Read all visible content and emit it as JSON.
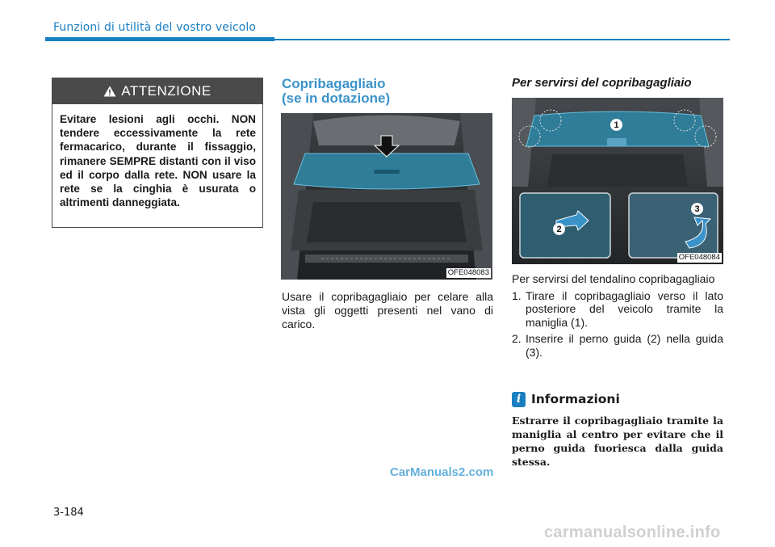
{
  "header": {
    "title": "Funzioni di utilità del vostro veicolo"
  },
  "warning": {
    "title": "ATTENZIONE",
    "text": "Evitare lesioni agli occhi. NON tendere eccessivamente la rete fermacarico, durante il fissaggio, rimanere SEMPRE distanti con il viso ed il corpo dalla rete. NON usare la rete se la cinghia è usurata o altrimenti danneggiata."
  },
  "section": {
    "title_line1": "Copribagagliaio",
    "title_line2": "(se in dotazione)",
    "image_code": "OFE048083",
    "paragraph": "Usare il copribagagliaio per celare alla vista gli oggetti presenti nel vano di carico."
  },
  "usage": {
    "title": "Per servirsi del copribagagliaio",
    "image_code": "OFE048084",
    "callouts": [
      "1",
      "2",
      "3"
    ],
    "intro": "Per servirsi del tendalino copribagagliaio",
    "steps": [
      {
        "num": "1.",
        "text": "Tirare il copribagagliaio verso il lato posteriore del veicolo tramite la maniglia (1)."
      },
      {
        "num": "2.",
        "text": "Inserire il perno guida (2) nella guida (3)."
      }
    ]
  },
  "info": {
    "icon": "i",
    "title": "Informazioni",
    "text": "Estrarre il copribagagliaio tramite la maniglia al centro per evitare che il perno guida fuoriesca dalla guida stessa."
  },
  "page_number": "3-184",
  "watermarks": {
    "w1": "CarManuals2.com",
    "w2": "carmanualsonline.info"
  },
  "colors": {
    "accent": "#1a7fc1",
    "section_title": "#3a93c8",
    "warning_header": "#4a4a4a"
  }
}
